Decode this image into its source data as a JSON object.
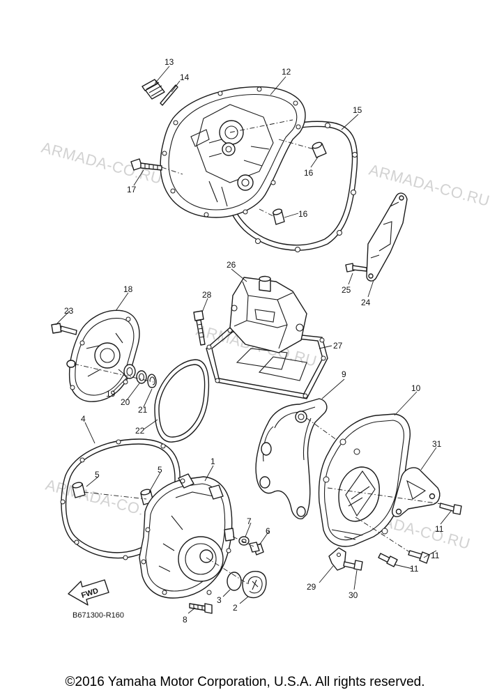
{
  "watermark": "ARMADA-CO.RU",
  "drawing_code": "B671300-R160",
  "fwd_label": "FWD",
  "copyright": "©2016 Yamaha Motor Corporation, U.S.A. All rights reserved.",
  "callouts": {
    "p1": "1",
    "p2": "2",
    "p3": "3",
    "p4": "4",
    "p5a": "5",
    "p5b": "5",
    "p6": "6",
    "p7": "7",
    "p8": "8",
    "p9": "9",
    "p10": "10",
    "p11a": "11",
    "p11b": "11",
    "p11c": "11",
    "p12": "12",
    "p13": "13",
    "p14": "14",
    "p15": "15",
    "p16a": "16",
    "p16b": "16",
    "p17": "17",
    "p18": "18",
    "p19": "19",
    "p20": "20",
    "p21": "21",
    "p22": "22",
    "p23": "23",
    "p24": "24",
    "p25": "25",
    "p26": "26",
    "p27": "27",
    "p28": "28",
    "p29": "29",
    "p30": "30",
    "p31": "31"
  }
}
